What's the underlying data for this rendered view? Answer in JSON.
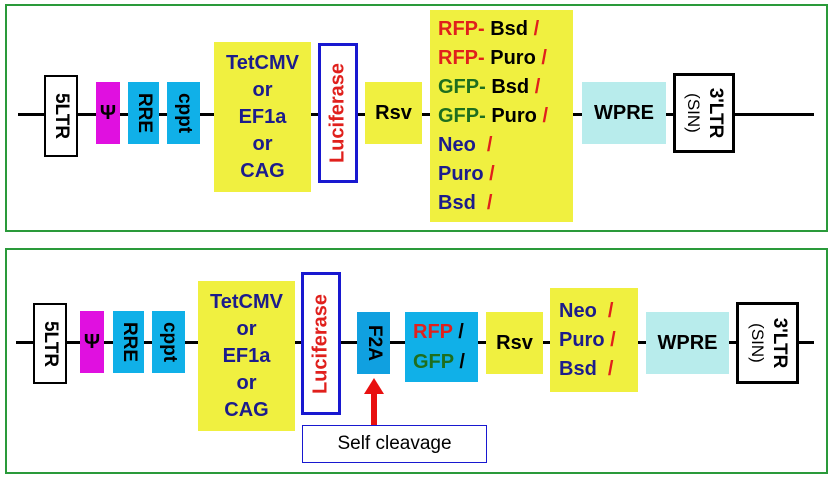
{
  "panel1": {
    "ltr5": "5LTR",
    "psi": "Ψ",
    "rre": "RRE",
    "cppt": "cppt",
    "promoter": [
      "TetCMV",
      "or",
      "EF1a",
      "or",
      "CAG"
    ],
    "luciferase": "Luciferase",
    "rsv": "Rsv",
    "markers": [
      {
        "a": "RFP-",
        "b": "Bsd",
        "slash": "/"
      },
      {
        "a": "RFP-",
        "b": "Puro",
        "slash": "/"
      },
      {
        "a": "GFP-",
        "b": "Bsd",
        "slash": "/"
      },
      {
        "a": "GFP-",
        "b": "Puro",
        "slash": "/"
      },
      {
        "a": "Neo",
        "slash": "/"
      },
      {
        "a": "Puro",
        "slash": "/"
      },
      {
        "a": "Bsd",
        "slash": "/"
      }
    ],
    "wpre": "WPRE",
    "ltr3": "3'LTR",
    "sin": "(SIN)"
  },
  "panel2": {
    "ltr5": "5LTR",
    "psi": "Ψ",
    "rre": "RRE",
    "cppt": "cppt",
    "promoter": [
      "TetCMV",
      "or",
      "EF1a",
      "or",
      "CAG"
    ],
    "luciferase": "Luciferase",
    "f2a": "F2A",
    "rfp": "RFP",
    "gfp": "GFP",
    "slash": "/",
    "rsv": "Rsv",
    "markers": [
      {
        "a": "Neo",
        "slash": "/"
      },
      {
        "a": "Puro",
        "slash": "/"
      },
      {
        "a": "Bsd",
        "slash": "/"
      }
    ],
    "wpre": "WPRE",
    "ltr3": "3'LTR",
    "sin": "(SIN)",
    "self_cleavage": "Self cleavage"
  },
  "colors": {
    "panel_border": "#2a9a3a",
    "psi": "#e010e0",
    "cyan": "#10b0e8",
    "yellow": "#f0f040",
    "wpre": "#b8ecec",
    "navy": "#1c1c8c",
    "red": "#e0201c",
    "green": "#1e6e1e"
  }
}
